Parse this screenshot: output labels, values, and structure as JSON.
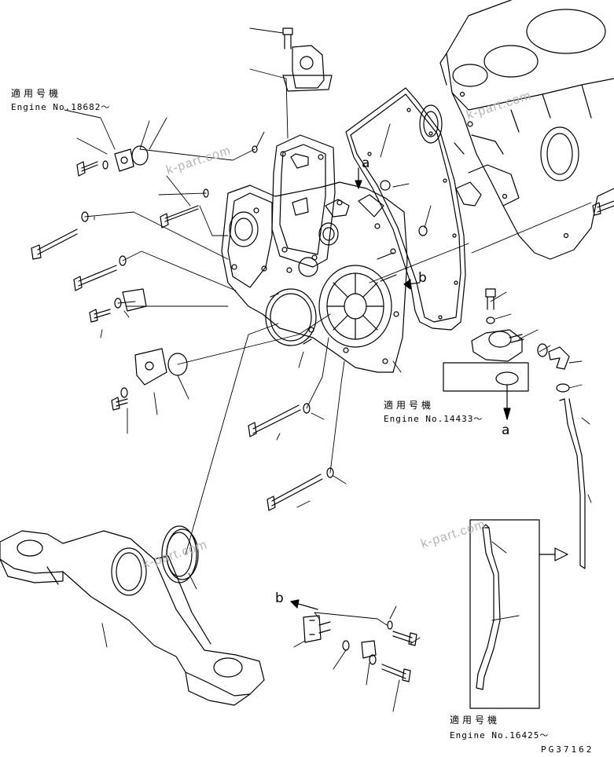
{
  "notes": {
    "applicable_label": "適用号機",
    "serial_top_left": "Engine No.18682～",
    "serial_mid_right": "Engine No.14433～",
    "serial_bottom_right": "Engine No.16425～"
  },
  "refs": {
    "a": "a",
    "b": "b"
  },
  "watermark": "k-part.com",
  "page_code": "PG37162"
}
